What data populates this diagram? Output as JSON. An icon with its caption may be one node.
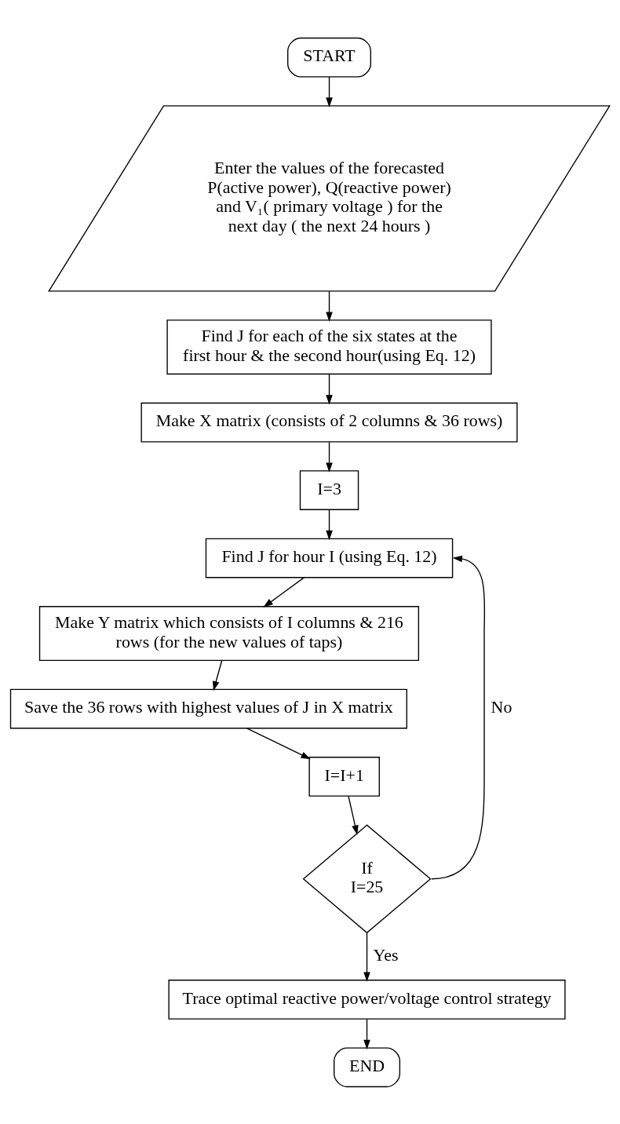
{
  "diagram": {
    "nodes": [
      {
        "text": [
          "START"
        ]
      },
      {
        "text": [
          "Enter the values of the forecasted P(active power), Q(reactive power) and V₁( primary voltage ) for the next day ( the next 24 hours )"
        ]
      },
      {
        "text": [
          "Find J for each of the six states at the first hour & the second hour(using Eq. 12)"
        ]
      },
      {
        "text": [
          "Make X matrix (consists of 2 columns & 36 rows)"
        ]
      },
      {
        "text": [
          "I=3"
        ]
      },
      {
        "text": [
          "Find J for hour I (using Eq. 12)"
        ]
      },
      {
        "text": [
          "Make Y matrix which consists of I columns & 216 rows (for the new values of taps)"
        ]
      },
      {
        "text": [
          "Save the 36 rows with highest values of J in X matrix"
        ]
      },
      {
        "text": [
          "I=I+1"
        ]
      },
      {
        "text": [
          "If I=25"
        ]
      },
      {
        "text": [
          "Trace optimal reactive power/voltage control strategy"
        ]
      },
      {
        "text": [
          "END"
        ]
      }
    ],
    "edges": [
      {
        "from": 0,
        "to": 1,
        "arrow": "to"
      },
      {
        "from": 1,
        "to": 2,
        "arrow": "to"
      },
      {
        "from": 2,
        "to": 3,
        "arrow": "to"
      },
      {
        "from": 3,
        "to": 4,
        "arrow": "to"
      },
      {
        "from": 4,
        "to": 5,
        "arrow": "to"
      },
      {
        "from": 5,
        "to": 6,
        "arrow": "to"
      },
      {
        "from": 6,
        "to": 7,
        "arrow": "to"
      },
      {
        "from": 7,
        "to": 8,
        "arrow": "to"
      },
      {
        "from": 8,
        "to": 9,
        "arrow": "to"
      },
      {
        "from": 9,
        "to": 10,
        "label": "Yes",
        "arrow": "to"
      },
      {
        "from": 9,
        "to": 5,
        "label": "No",
        "arrow": "to"
      },
      {
        "from": 10,
        "to": 11,
        "arrow": "to"
      }
    ]
  }
}
